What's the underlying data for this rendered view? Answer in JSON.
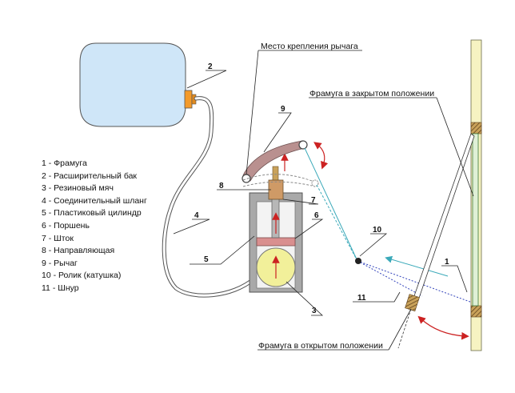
{
  "legend": [
    "1 - Фрамуга",
    "2 - Расширительный бак",
    "3 - Резиновый мяч",
    "4 - Соединительный шланг",
    "5 - Пластиковый цилиндр",
    "6 - Поршень",
    "7 - Шток",
    "8 - Направляющая",
    "9 - Рычаг",
    "10 - Ролик (катушка)",
    "11 - Шнур"
  ],
  "labels": {
    "lever_mount": "Место крепления рычага",
    "closed_position": "Фрамуга в закрытом положении",
    "open_position": "Фрамуга в открытом положении"
  },
  "callouts": {
    "n1": "1",
    "n2": "2",
    "n3": "3",
    "n4": "4",
    "n5": "5",
    "n6": "6",
    "n7": "7",
    "n8": "8",
    "n9": "9",
    "n10": "10",
    "n11": "11"
  },
  "colors": {
    "tank": "#cfe6f8",
    "valve": "#f39a2a",
    "cylinder": "#a9a9a9",
    "cylinder_inner": "#f3f3f3",
    "piston": "#d98f8f",
    "ball": "#f2f09a",
    "lever": "#b9908f",
    "frame": "#f6f3c2",
    "frame_dark": "#6b4f2a",
    "arrow": "#cc2222",
    "cord": "#3aa9b9"
  }
}
